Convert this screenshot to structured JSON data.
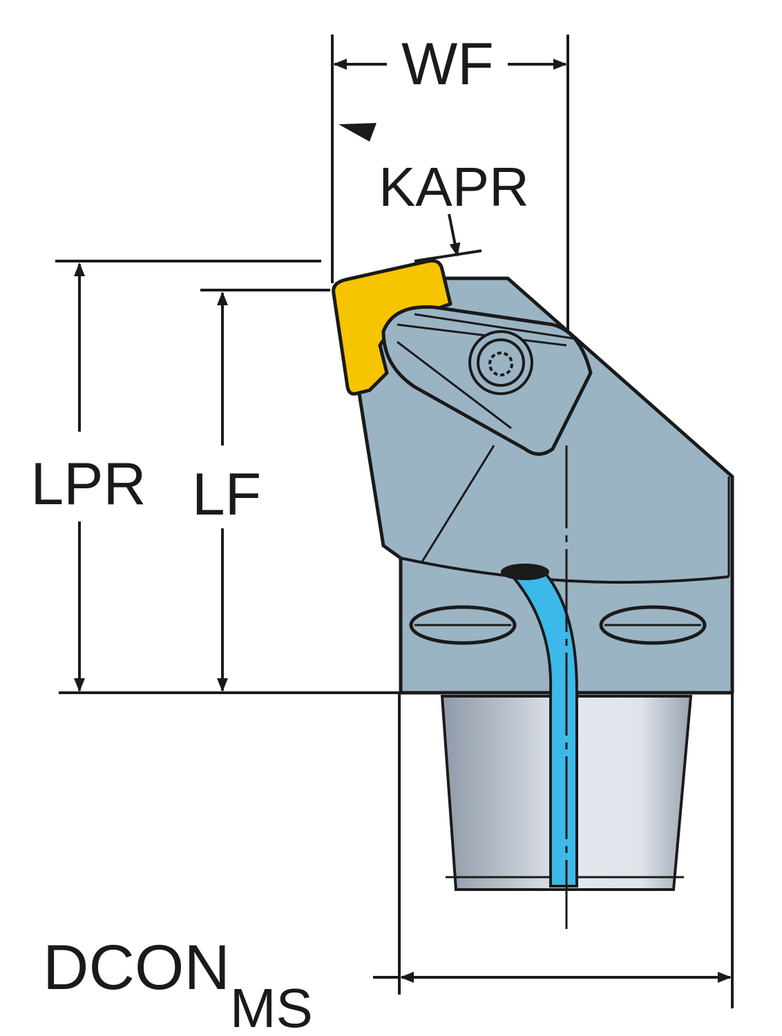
{
  "labels": {
    "wf": "WF",
    "kapr": "KAPR",
    "lpr": "LPR",
    "lf": "LF",
    "dcon": "DCON",
    "dcon_sub": "MS"
  },
  "colors": {
    "body": "#9bb4c4",
    "insert": "#f7c400",
    "coolant": "#3cb9e8",
    "line": "#1a1a1a"
  }
}
